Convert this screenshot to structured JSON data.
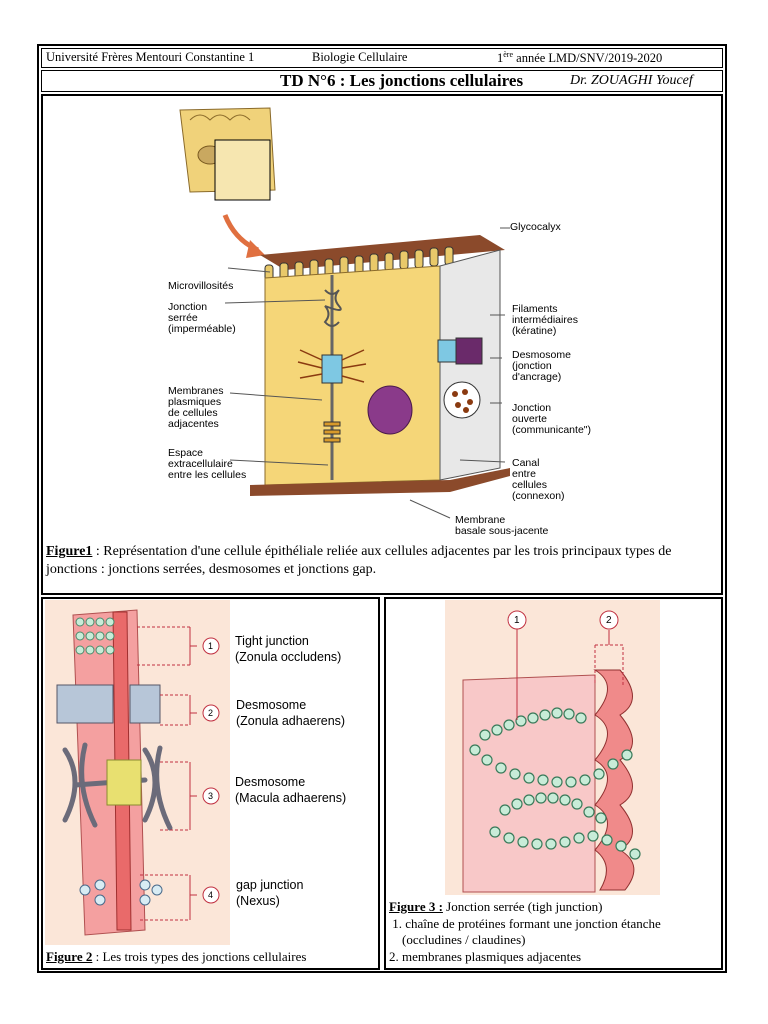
{
  "header": {
    "university": "Université Frères Mentouri Constantine 1",
    "course": "Biologie Cellulaire",
    "year_sup": "ère",
    "year_pre": "1",
    "year_post": " année LMD/SNV/2019-2020"
  },
  "title": "TD N°6 : Les jonctions cellulaires",
  "author": "Dr. ZOUAGHI Youcef",
  "figure1": {
    "labels": {
      "glycocalyx": "Glycocalyx",
      "microvillosites": "Microvillosités",
      "jonction_serree": "Jonction\nserrée\n(imperméable)",
      "membranes": "Membranes\nplasmiques\nde cellules\nadjacentes",
      "espace": "Espace\nextracellulaire\nentre les cellules",
      "filaments": "Filaments\nintermédiaires\n(kératine)",
      "desmosome": "Desmosome\n(jonction\nd'ancrage)",
      "jonction_ouverte": "Jonction\nouverte\n(communicante\")",
      "canal": "Canal\nentre\ncellules\n(connexon)",
      "membrane_basale": "Membrane\nbasale sous-jacente"
    },
    "caption_label": "Figure1",
    "caption_text": " : Représentation d'une cellule épithéliale reliée aux cellules adjacentes par les trois principaux types de jonctions : jonctions serrées, desmosomes et jonctions gap."
  },
  "figure2": {
    "items": [
      {
        "num": "1",
        "text": "Tight junction\n(Zonula occludens)"
      },
      {
        "num": "2",
        "text": "Desmosome\n(Zonula adhaerens)"
      },
      {
        "num": "3",
        "text": "Desmosome\n(Macula adhaerens)"
      },
      {
        "num": "4",
        "text": "gap junction\n(Nexus)"
      }
    ],
    "caption_label": "Figure 2",
    "caption_text": " : Les trois types des jonctions cellulaires"
  },
  "figure3": {
    "markers": [
      "1",
      "2"
    ],
    "caption_label": "Figure 3 :",
    "caption_text": " Jonction serrée (tigh junction)",
    "line1": " 1. chaîne de protéines formant une jonction étanche",
    "line1b": "    (occludines / claudines)",
    "line2": "2. membranes plasmiques adjacentes"
  }
}
